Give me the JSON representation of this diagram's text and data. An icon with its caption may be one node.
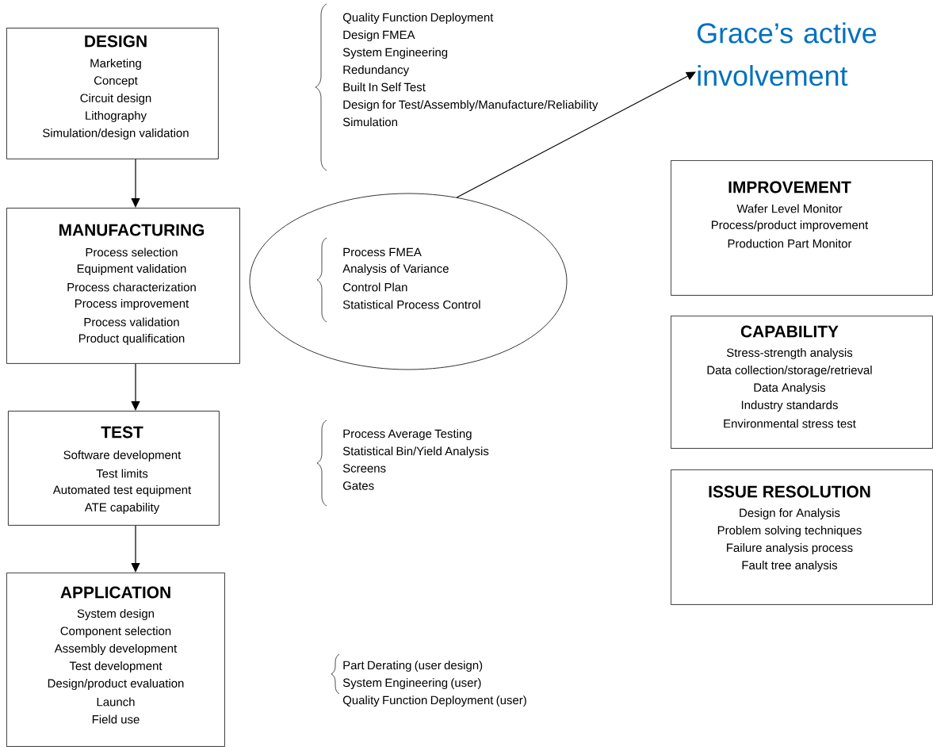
{
  "diagram": {
    "nodes": [
      {
        "text": [
          "DESIGN",
          "Marketing",
          "Concept",
          "Circuit design",
          "Lithography",
          "Simulation/design validation"
        ]
      },
      {
        "text": [
          "MANUFACTURING",
          "Process selection",
          "Equipment validation",
          "Process characterization",
          "Process improvement",
          "Process validation",
          "Product qualification"
        ]
      },
      {
        "text": [
          "TEST",
          "Software development",
          "Test limits",
          "Automated test equipment",
          "ATE capability"
        ]
      },
      {
        "text": [
          "APPLICATION",
          "System design",
          "Component selection",
          "Assembly development",
          "Test development",
          "Design/product evaluation",
          "Launch",
          "Field use"
        ]
      },
      {
        "text": [
          "Process FMEA",
          "Analysis of Variance",
          "Control Plan",
          "Statistical Process Control"
        ]
      },
      {
        "text": [
          "Grace’s active involvement"
        ]
      },
      {
        "text": [
          "IMPROVEMENT",
          "Wafer Level Monitor",
          "Process/product improvement",
          "Production Part Monitor"
        ]
      },
      {
        "text": [
          "CAPABILITY",
          "Stress-strength analysis",
          "Data collection/storage/retrieval",
          "Data Analysis",
          "Industry standards",
          "Environmental stress test"
        ]
      },
      {
        "text": [
          "ISSUE RESOLUTION",
          "Design for Analysis",
          "Problem solving techniques",
          "Failure analysis process",
          "Fault tree analysis"
        ]
      }
    ],
    "edges": [
      {
        "from": 0,
        "to": 1,
        "arrow": "to"
      },
      {
        "from": 1,
        "to": 2,
        "arrow": "to"
      },
      {
        "from": 2,
        "to": 3,
        "arrow": "to"
      },
      {
        "from": 4,
        "to": 5,
        "arrow": "to"
      }
    ],
    "labels": [
      "Quality Function Deployment",
      "Design FMEA",
      "System Engineering",
      "Redundancy",
      "Built In Self Test",
      "Design for Test/Assembly/Manufacture/Reliability",
      "Simulation",
      "Process Average Testing",
      "Statistical Bin/Yield Analysis",
      "Screens",
      "Gates",
      "Part Derating (user design)",
      "System Engineering (user)",
      "Quality Function Deployment (user)"
    ]
  }
}
